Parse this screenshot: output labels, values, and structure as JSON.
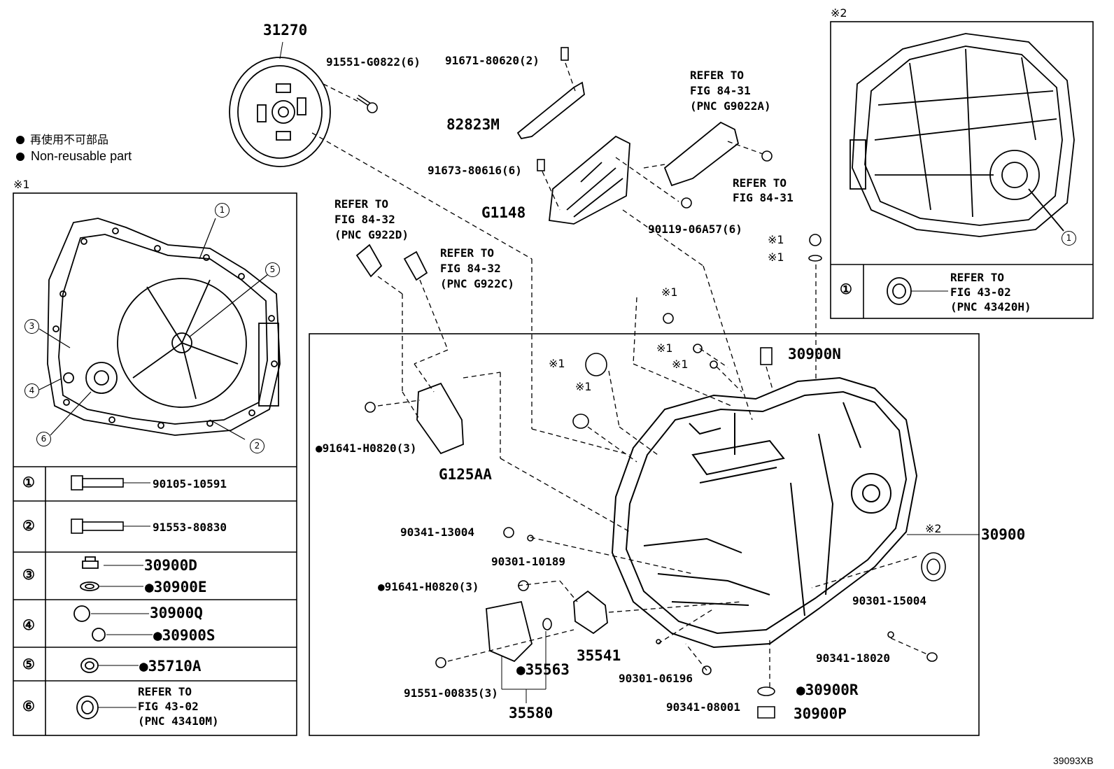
{
  "legend": {
    "jp": "再使用不可部品",
    "en": "Non-reusable part"
  },
  "figure_code": "39093XB",
  "inset1": {
    "mark": "※1",
    "rows": [
      {
        "num": "①",
        "part": "90105-10591"
      },
      {
        "num": "②",
        "part": "91553-80830"
      },
      {
        "num": "③",
        "parts": [
          "30900D",
          "●30900E"
        ]
      },
      {
        "num": "④",
        "parts": [
          "30900Q",
          "●30900S"
        ]
      },
      {
        "num": "⑤",
        "part": "●35710A"
      },
      {
        "num": "⑥",
        "refer": [
          "REFER TO",
          "FIG 43-02",
          "(PNC 43410M)"
        ]
      }
    ]
  },
  "inset2": {
    "mark": "※2",
    "row": {
      "num": "①",
      "refer": [
        "REFER TO",
        "FIG 43-02",
        "(PNC 43420H)"
      ]
    }
  },
  "labels": {
    "p31270": "31270",
    "p91551g": "91551-G0822(6)",
    "p91671": "91671-80620(2)",
    "p82823m": "82823M",
    "p91673": "91673-80616(6)",
    "g1148": "G1148",
    "ref_g9022a": [
      "REFER TO",
      "FIG 84-31",
      "(PNC G9022A)"
    ],
    "ref_8431": [
      "REFER TO",
      "FIG 84-31"
    ],
    "p90119": "90119-06A57(6)",
    "ref_g922d": [
      "REFER TO",
      "FIG 84-32",
      "(PNC G922D)"
    ],
    "ref_g922c": [
      "REFER TO",
      "FIG 84-32",
      "(PNC G922C)"
    ],
    "p91641a": "●91641-H0820(3)",
    "g125aa": "G125AA",
    "p30900n": "30900N",
    "p30900": "30900",
    "p90341_13": "90341-13004",
    "p90301_10": "90301-10189",
    "p91641b": "●91641-H0820(3)",
    "p35541": "35541",
    "p35563": "●35563",
    "p35580": "35580",
    "p91551_00": "91551-00835(3)",
    "p90301_06": "90301-06196",
    "p90341_08": "90341-08001",
    "p90301_15": "90301-15004",
    "p90341_18": "90341-18020",
    "p30900r": "●30900R",
    "p30900p": "30900P",
    "m1": "※1",
    "m2": "※2"
  }
}
